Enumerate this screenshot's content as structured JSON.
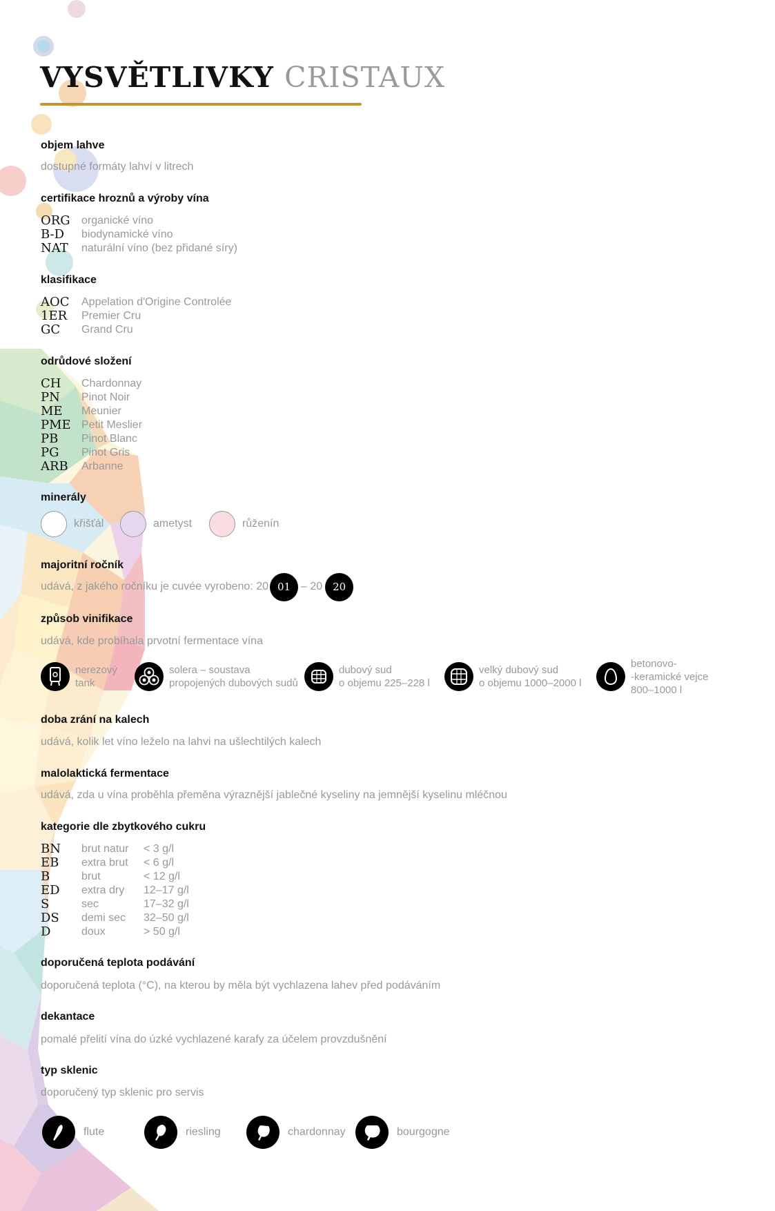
{
  "title": {
    "main": "VYSVĚTLIVKY",
    "accent": "CRISTAUX"
  },
  "sections": {
    "bottle_volume": {
      "heading": "objem lahve",
      "desc": "dostupné formáty lahví v litrech"
    },
    "certification": {
      "heading": "certifikace hroznů a výroby vína",
      "items": [
        {
          "abbr": "ORG",
          "label": "organické víno"
        },
        {
          "abbr": "B-D",
          "label": "biodynamické víno"
        },
        {
          "abbr": "NAT",
          "label": "naturální víno (bez přidané síry)"
        }
      ]
    },
    "classification": {
      "heading": "klasifikace",
      "items": [
        {
          "abbr": "AOC",
          "label": "Appelation d'Origine Controlée"
        },
        {
          "abbr": "1ER",
          "label": "Premier Cru"
        },
        {
          "abbr": "GC",
          "label": "Grand Cru"
        }
      ]
    },
    "varieties": {
      "heading": "odrůdové složení",
      "items": [
        {
          "abbr": "CH",
          "label": "Chardonnay"
        },
        {
          "abbr": "PN",
          "label": "Pinot Noir"
        },
        {
          "abbr": "ME",
          "label": "Meunier"
        },
        {
          "abbr": "PME",
          "label": "Petit Meslier"
        },
        {
          "abbr": "PB",
          "label": "Pinot Blanc"
        },
        {
          "abbr": "PG",
          "label": "Pinot Gris"
        },
        {
          "abbr": "ARB",
          "label": "Arbanne"
        }
      ]
    },
    "minerals": {
      "heading": "minerály",
      "items": [
        {
          "label": "křišťál",
          "color": "#ffffff"
        },
        {
          "label": "ametyst",
          "color": "#e6d6ee"
        },
        {
          "label": "růženín",
          "color": "#f9dde1"
        }
      ]
    },
    "vintage": {
      "heading": "majoritní ročník",
      "desc_prefix": "udává, z jakého ročníku je cuvée vyrobeno: 20",
      "from": "01",
      "separator": "– 20",
      "to": "20"
    },
    "vinification": {
      "heading": "způsob vinifikace",
      "desc": "udává, kde probíhala prvotní fermentace vína",
      "items": [
        {
          "icon": "steel-tank-icon",
          "line1": "nerezový",
          "line2": "tank"
        },
        {
          "icon": "solera-icon",
          "line1": "solera – soustava",
          "line2": "propojených dubových sudů"
        },
        {
          "icon": "oak-barrel-icon",
          "line1": "dubový sud",
          "line2": "o objemu 225–228 l"
        },
        {
          "icon": "large-oak-barrel-icon",
          "line1": "velký dubový sud",
          "line2": "o objemu 1000–2000 l"
        },
        {
          "icon": "concrete-egg-icon",
          "line1": "betonovo-",
          "line2": "-keramické vejce",
          "line3": "800–1000 l"
        }
      ]
    },
    "lees_aging": {
      "heading": "doba zrání na kalech",
      "desc": "udává, kolik let víno leželo na lahvi na ušlechtilých kalech"
    },
    "malolactic": {
      "heading": "malolaktická fermentace",
      "desc": "udává, zda u vína proběhla přeměna výraznější jablečné kyseliny na jemnější kyselinu mléčnou"
    },
    "sugar": {
      "heading": "kategorie dle zbytkového cukru",
      "items": [
        {
          "abbr": "BN",
          "label": "brut natur",
          "value": "< 3 g/l"
        },
        {
          "abbr": "EB",
          "label": "extra brut",
          "value": "< 6 g/l"
        },
        {
          "abbr": "B",
          "label": "brut",
          "value": "< 12 g/l"
        },
        {
          "abbr": "ED",
          "label": "extra dry",
          "value": "12–17 g/l"
        },
        {
          "abbr": "S",
          "label": "sec",
          "value": "17–32 g/l"
        },
        {
          "abbr": "DS",
          "label": "demi sec",
          "value": "32–50 g/l"
        },
        {
          "abbr": "D",
          "label": "doux",
          "value": "> 50 g/l"
        }
      ]
    },
    "serving_temp": {
      "heading": "doporučená teplota podávání",
      "desc": "doporučená teplota (°C), na kterou by měla být vychlazena lahev před podáváním"
    },
    "decanting": {
      "heading": "dekantace",
      "desc": "pomalé přelití vína do úzké vychlazené karafy za účelem provzdušnění"
    },
    "glasses": {
      "heading": "typ sklenic",
      "desc": "doporučený typ sklenic pro servis",
      "items": [
        {
          "icon": "flute-glass-icon",
          "label": "flute"
        },
        {
          "icon": "riesling-glass-icon",
          "label": "riesling"
        },
        {
          "icon": "chardonnay-glass-icon",
          "label": "chardonnay"
        },
        {
          "icon": "bourgogne-glass-icon",
          "label": "bourgogne"
        }
      ]
    }
  },
  "colors": {
    "accent_rule": "#c59431",
    "heading": "#111111",
    "muted": "#999999"
  }
}
